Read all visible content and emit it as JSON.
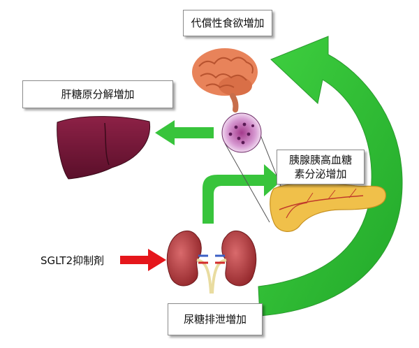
{
  "labels": {
    "appetite": "代償性食欲増加",
    "liver": "肝糖原分解増加",
    "glucagon_line1": "胰腺胰高血糖",
    "glucagon_line2": "素分泌增加",
    "urine": "尿糖排泄増加",
    "inhibitor": "SGLT2抑制剤"
  },
  "colors": {
    "arrow_green": "#33c33a",
    "arrow_red": "#e5161b",
    "liver": "#7a1a3a",
    "brain": "#e8835a",
    "kidney": "#b8393e",
    "pancreas": "#f0c04a"
  },
  "icons": [
    "brain-icon",
    "liver-icon",
    "islet-cell-icon",
    "pancreas-icon",
    "kidneys-icon"
  ]
}
